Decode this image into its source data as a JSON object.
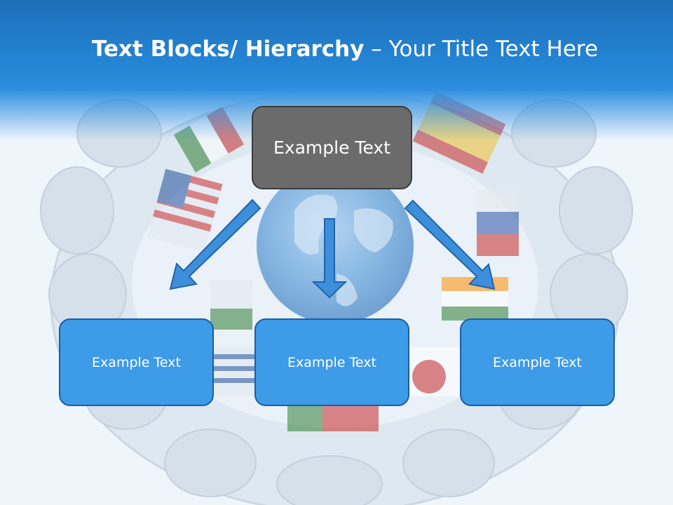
{
  "title": {
    "bold_part": "Text Blocks/ Hierarchy",
    "separator": " – ",
    "regular_part": "Your Title Text Here"
  },
  "hierarchy": {
    "top_box": "Example Text",
    "children": [
      "Example Text",
      "Example Text",
      "Example Text"
    ]
  },
  "colors": {
    "header": "#2586d6",
    "top_box_fill": "#6b6b6b",
    "child_box_fill": "#3d9be7",
    "arrow_fill": "#3d8fdc"
  },
  "background": {
    "description_icons": [
      "globe-icon",
      "flag-ring-graphic"
    ]
  }
}
